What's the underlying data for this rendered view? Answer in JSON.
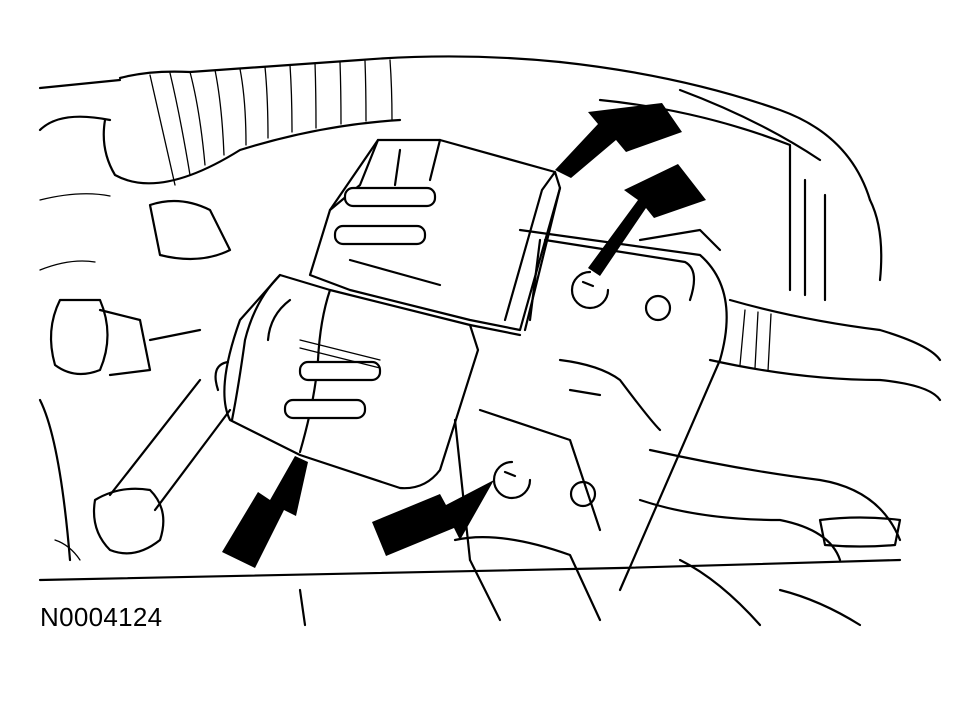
{
  "figure": {
    "id_label": "N0004124",
    "colors": {
      "line": "#000000",
      "background": "#ffffff"
    },
    "callout_arrows": [
      {
        "name": "upper-connector-arrow"
      },
      {
        "name": "upper-clip-arrow"
      },
      {
        "name": "lower-connector-arrow"
      },
      {
        "name": "lower-clip-arrow"
      }
    ]
  }
}
